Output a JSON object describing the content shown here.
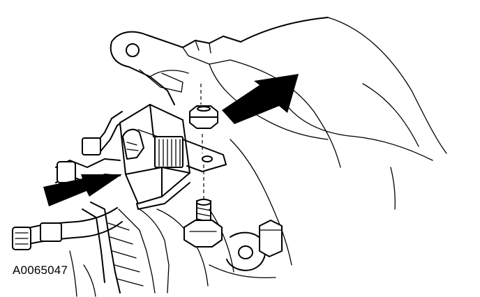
{
  "figure": {
    "id_label": "A0065047",
    "colors": {
      "line": "#000000",
      "background": "#ffffff"
    },
    "callouts": [
      {
        "name": "arrow-to-nut",
        "points_to": "nut"
      },
      {
        "name": "arrow-to-module",
        "points_to": "module"
      }
    ]
  }
}
